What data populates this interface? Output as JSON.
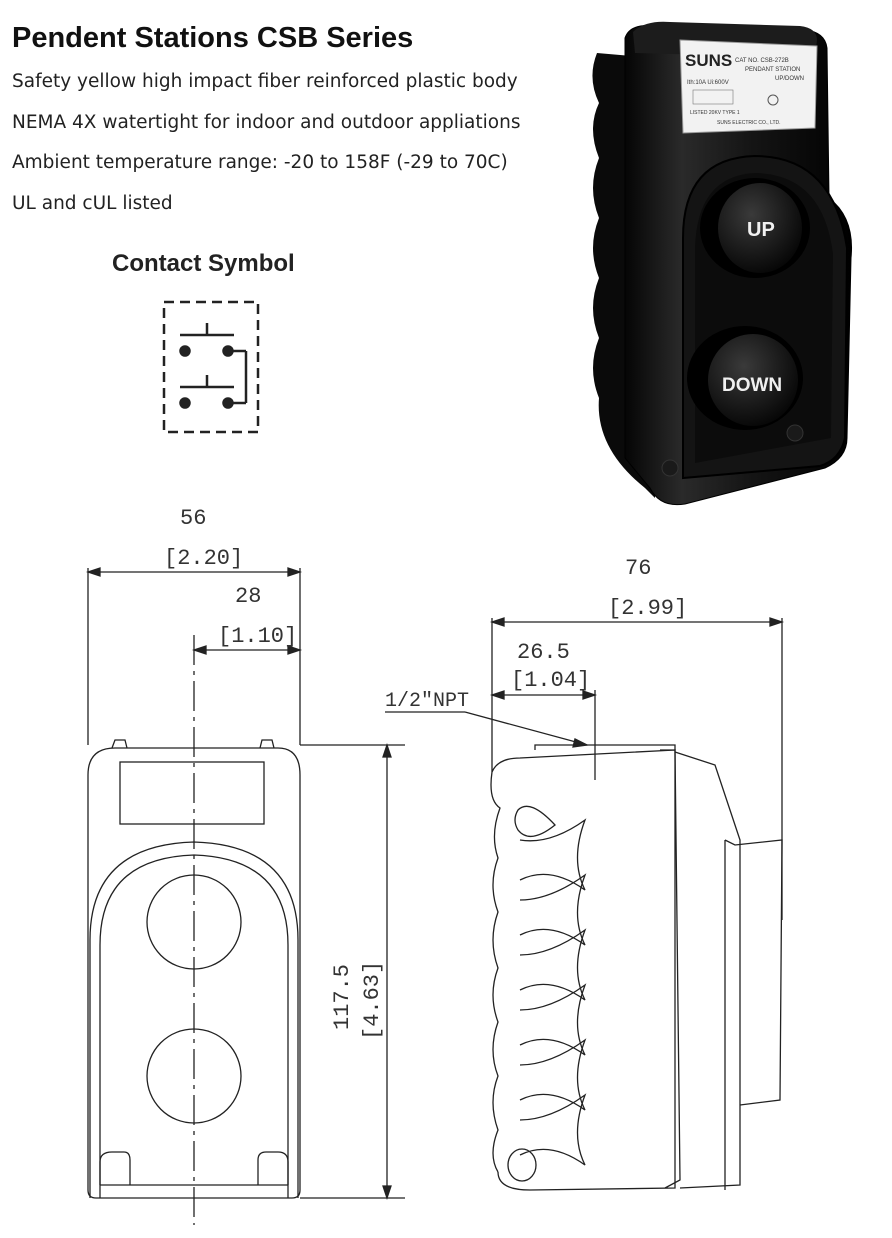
{
  "title": "Pendent Stations CSB Series",
  "specs": [
    "Safety yellow high impact fiber reinforced plastic body",
    "NEMA 4X watertight for indoor and outdoor appliations",
    "Ambient temperature range: -20 to 158F (-29 to 70C)",
    "UL and cUL listed"
  ],
  "contact_symbol_title": "Contact Symbol",
  "product_photo": {
    "brand": "SUNS",
    "label_lines": [
      "CAT NO. CSB-272B",
      "PENDANT STATION",
      "UP/DOWN",
      "Ith:10A  Ui:600V",
      "LISTED 20KV  TYPE 1",
      "SUNS ELECTRIC CO., LTD."
    ],
    "button_up": "UP",
    "button_down": "DOWN",
    "body_color": "#101010"
  },
  "front_view": {
    "width_mm": "56",
    "width_in": "[2.20]",
    "half_width_mm": "28",
    "half_width_in": "[1.10]",
    "height_mm": "117.5",
    "height_in": "[4.63]"
  },
  "side_view": {
    "depth_mm": "76",
    "depth_in": "[2.99]",
    "offset_mm": "26.5",
    "offset_in": "[1.04]",
    "thread_label": "1/2″NPT"
  }
}
